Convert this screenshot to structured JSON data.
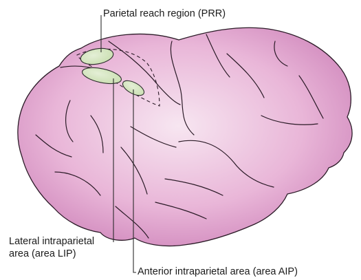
{
  "labels": {
    "prr": "Parietal reach region (PRR)",
    "lip_line1": "Lateral intraparietal",
    "lip_line2": "area (area LIP)",
    "aip": "Anterior intraparietal area (area AIP)"
  },
  "colors": {
    "brain_fill": "#e9b6d8",
    "brain_center": "#f7e6f1",
    "brain_edge": "#cf86bb",
    "outline": "#2a1a26",
    "region_fill": "#c9deb0",
    "region_stroke": "#2a2a2a"
  }
}
